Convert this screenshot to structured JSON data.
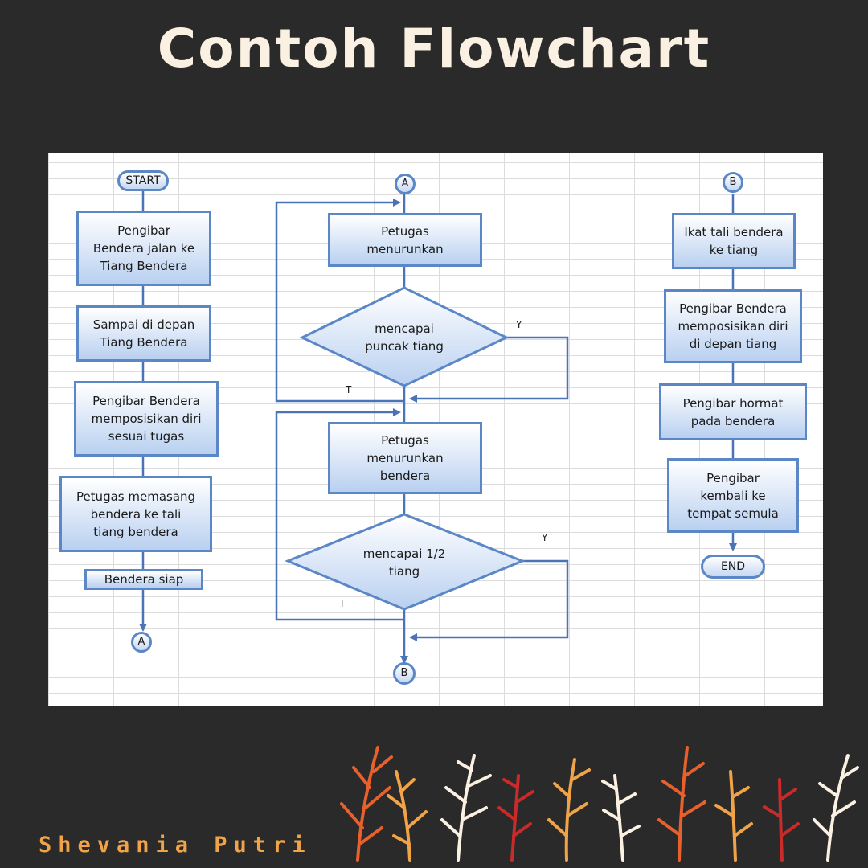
{
  "title": "Contoh Flowchart",
  "author": "Shevania Putri",
  "colors": {
    "background": "#2a2a2a",
    "title": "#fbf1e3",
    "author": "#f0a347",
    "node_border": "#5b87c7",
    "arrow": "#4a74b5"
  },
  "flowchart": {
    "col1": {
      "start": "START",
      "step1": "Pengibar\nBendera jalan  ke\nTiang Bendera",
      "step2": "Sampai di depan\nTiang Bendera",
      "step3": "Pengibar Bendera\nmemposisikan  diri\nsesuai tugas",
      "step4": "Petugas memasang\nbendera ke tali\ntiang bendera",
      "step5": "Bendera siap",
      "connector_out": "A"
    },
    "col2": {
      "connector_in": "A",
      "step1": "Petugas\nmenurunkan",
      "decision1": "mencapai\npuncak tiang",
      "decision1_yes": "Y",
      "decision1_no": "T",
      "step2": "Petugas\nmenurunkan\nbendera",
      "decision2": "mencapai 1/2\ntiang",
      "decision2_yes": "Y",
      "decision2_no": "T",
      "connector_out": "B"
    },
    "col3": {
      "connector_in": "B",
      "step1": "Ikat tali  bendera\nke tiang",
      "step2": "Pengibar Bendera\nmemposisikan  diri\ndi depan tiang",
      "step3": "Pengibar hormat\npada bendera",
      "step4": "Pengibar\nkembali ke\ntempat  semula",
      "end": "END"
    }
  }
}
